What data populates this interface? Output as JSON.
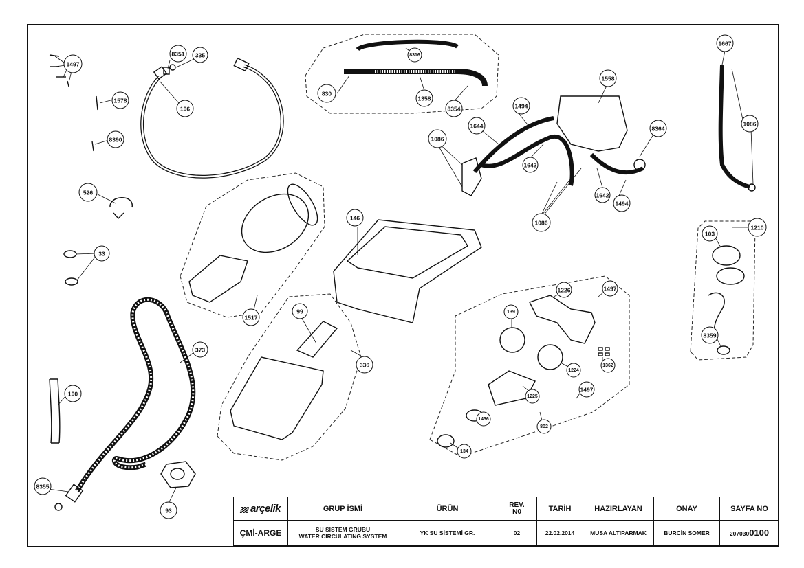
{
  "callouts": [
    "1497",
    "8351",
    "335",
    "106",
    "1578",
    "8390",
    "526",
    "33",
    "373",
    "100",
    "8355",
    "93",
    "830",
    "8316",
    "1358",
    "8354",
    "1517",
    "146",
    "99",
    "336",
    "1644",
    "1494",
    "1558",
    "1086",
    "1643",
    "8364",
    "1642",
    "1494",
    "1086",
    "1667",
    "1086",
    "1210",
    "103",
    "8359",
    "1226",
    "1497",
    "139",
    "1224",
    "1362",
    "1225",
    "1497",
    "1436",
    "134",
    "802"
  ],
  "title_block": {
    "logo_text": "arçelik",
    "group_name_header": "GRUP İSMİ",
    "product_header": "ÜRÜN",
    "rev_header": "REV.\nN0",
    "date_header": "TARİH",
    "prepared_header": "HAZIRLAYAN",
    "approval_header": "ONAY",
    "page_header": "SAYFA NO",
    "department": "ÇMİ-ARGE",
    "group_name_tr": "SU SİSTEM GRUBU",
    "group_name_en": "WATER CIRCULATING SYSTEM",
    "product": "YK SU SİSTEMİ GR.",
    "rev": "02",
    "date": "22.02.2014",
    "prepared_by": "MUSA ALTIPARMAK",
    "approved_by": "BURCİN SOMER",
    "page_prefix": "207030",
    "page_number": "0100"
  }
}
